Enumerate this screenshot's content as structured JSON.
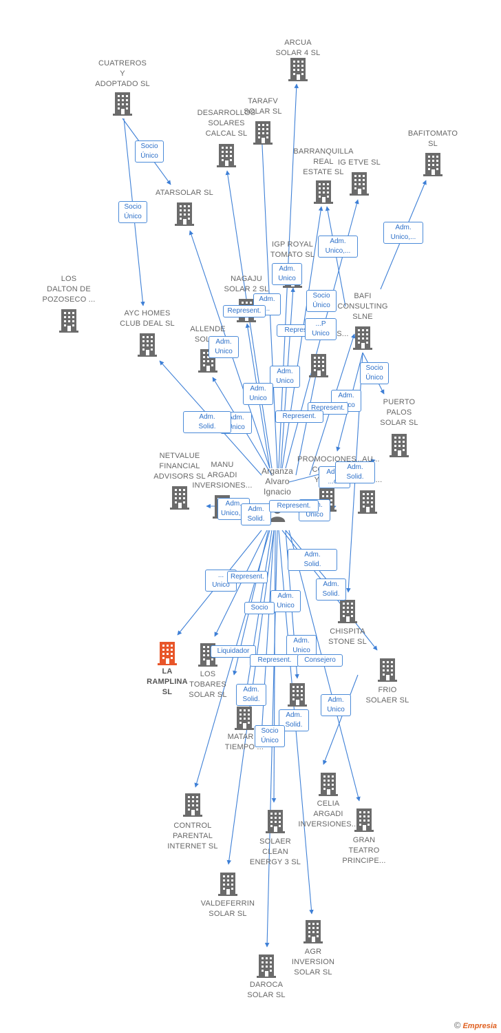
{
  "center": {
    "name": "Arganza\nAlvaro\nIgnacio"
  },
  "companies": [
    {
      "id": "arcua",
      "name": "ARCUA\nSOLAR 4 SL"
    },
    {
      "id": "cuatreros",
      "name": "CUATREROS\nY\nADOPTADO  SL"
    },
    {
      "id": "tarafv",
      "name": "TARAFV\nSOLAR SL"
    },
    {
      "id": "desarrollos",
      "name": "DESARROLLOS\nSOLARES\nCALCAL SL"
    },
    {
      "id": "bafitomato",
      "name": "BAFITOMATO\nSL"
    },
    {
      "id": "barranquilla",
      "name": "BARRANQUILLA\nREAL\nESTATE  SL"
    },
    {
      "id": "igetve",
      "name": "IG ETVE SL"
    },
    {
      "id": "atarsolar",
      "name": "ATARSOLAR SL"
    },
    {
      "id": "igproyal",
      "name": "IGP ROYAL\nTOMATO  SL"
    },
    {
      "id": "losdalton",
      "name": "LOS\nDALTON DE\nPOZOSECO ..."
    },
    {
      "id": "nagaju",
      "name": "NAGAJU\nSOLAR 2 SL"
    },
    {
      "id": "bafi",
      "name": "BAFI\nCONSULTING\nSLNE"
    },
    {
      "id": "aychomes",
      "name": "AYC HOMES\nCLUB DEAL  SL"
    },
    {
      "id": "allende",
      "name": "ALLENDE\nSOLAR"
    },
    {
      "id": "inversiones",
      "name": "...G\nINVERSIONES..."
    },
    {
      "id": "puertopalos",
      "name": "PUERTO\nPALOS\nSOLAR SL"
    },
    {
      "id": "netvalue",
      "name": "NETVALUE\nFINANCIAL\nADVISORS  SL"
    },
    {
      "id": "manuargadi",
      "name": "MANU\nARGADI\nINVERSIONES..."
    },
    {
      "id": "promociones",
      "name": "PROMOCIONES\nCORR...\nY AM..."
    },
    {
      "id": "argadi2",
      "name": "...AU...\n...DI\n...NES..."
    },
    {
      "id": "laramplina",
      "name": "LA\nRAMPLINA\nSL",
      "highlight": true
    },
    {
      "id": "lostobares",
      "name": "LOS\nTOBARES\nSOLAR SL"
    },
    {
      "id": "chispita",
      "name": "CHISPITA\nSTONE  SL"
    },
    {
      "id": "frio",
      "name": "FRIO\nSOLAER SL"
    },
    {
      "id": "matar",
      "name": "MATAR E\nTIEMPO ..."
    },
    {
      "id": "unknownsl",
      "name": "...SL"
    },
    {
      "id": "control",
      "name": "CONTROL\nPARENTAL\nINTERNET  SL"
    },
    {
      "id": "celia",
      "name": "CELIA\nARGADI\nINVERSIONES..."
    },
    {
      "id": "granteatro",
      "name": "GRAN\nTEATRO\nPRINCIPE..."
    },
    {
      "id": "solaer",
      "name": "SOLAER\nCLEAN\nENERGY 3  SL"
    },
    {
      "id": "valdeferrin",
      "name": "VALDEFERRIN\nSOLAR SL"
    },
    {
      "id": "agr",
      "name": "AGR\nINVERSION\nSOLAR SL"
    },
    {
      "id": "daroca",
      "name": "DAROCA\nSOLAR SL"
    }
  ],
  "relations": [
    {
      "id": "r1",
      "label": "Socio\nÚnico"
    },
    {
      "id": "r2",
      "label": "Socio\nÚnico"
    },
    {
      "id": "r3",
      "label": "Adm.\nUnico,..."
    },
    {
      "id": "r4",
      "label": "Adm.\nUnico,..."
    },
    {
      "id": "r5",
      "label": "Adm.\nUnico"
    },
    {
      "id": "r6",
      "label": "Adm.\n..."
    },
    {
      "id": "r7",
      "label": "Represent."
    },
    {
      "id": "r8",
      "label": "Socio\nÚnico"
    },
    {
      "id": "r9",
      "label": "Adm.\nUnico"
    },
    {
      "id": "r10",
      "label": "Represent."
    },
    {
      "id": "r11",
      "label": "...P\nUnico"
    },
    {
      "id": "r12",
      "label": "Adm.\nUnico"
    },
    {
      "id": "r13",
      "label": "Socio\nÚnico"
    },
    {
      "id": "r14",
      "label": "Adm.\nUnico"
    },
    {
      "id": "r15",
      "label": "Adm.\nUnico"
    },
    {
      "id": "r16",
      "label": "Adm.\nUnico"
    },
    {
      "id": "r17",
      "label": "Represent."
    },
    {
      "id": "r18",
      "label": "Adm.\nSolid."
    },
    {
      "id": "r19",
      "label": "Represent."
    },
    {
      "id": "r20",
      "label": "Adm.\n...co"
    },
    {
      "id": "r21",
      "label": "Adm.\nSolid."
    },
    {
      "id": "r22",
      "label": "Adm.\nUnico,..."
    },
    {
      "id": "r23",
      "label": "Adm.\nSolid."
    },
    {
      "id": "r24",
      "label": "Adm.\nUnico"
    },
    {
      "id": "r25",
      "label": "Represent."
    },
    {
      "id": "r26",
      "label": "...\nUnico"
    },
    {
      "id": "r27",
      "label": "Represent."
    },
    {
      "id": "r28",
      "label": "Adm.\nUnico"
    },
    {
      "id": "r29",
      "label": "Adm.\nSolid."
    },
    {
      "id": "r30",
      "label": "Adm.\nSolid."
    },
    {
      "id": "r31",
      "label": "Socio"
    },
    {
      "id": "r32",
      "label": "Adm.\nUnico"
    },
    {
      "id": "r33",
      "label": "Liquidador"
    },
    {
      "id": "r34",
      "label": "Adm.\nUnico"
    },
    {
      "id": "r35",
      "label": "Represent."
    },
    {
      "id": "r36",
      "label": "Consejero"
    },
    {
      "id": "r37",
      "label": "Adm.\nSolid."
    },
    {
      "id": "r38",
      "label": "Socio\nÚnico"
    },
    {
      "id": "r39",
      "label": "Adm.\nUnico"
    },
    {
      "id": "r40",
      "label": "Adm.\nSolid."
    }
  ],
  "colors": {
    "edge": "#3d7fd6",
    "icon": "#6b6b6b",
    "highlight": "#e8562a",
    "tagBorder": "#4a8ad8",
    "tagText": "#2c6fc8"
  },
  "footer": {
    "copyright": "©",
    "brand": "Empresia"
  }
}
